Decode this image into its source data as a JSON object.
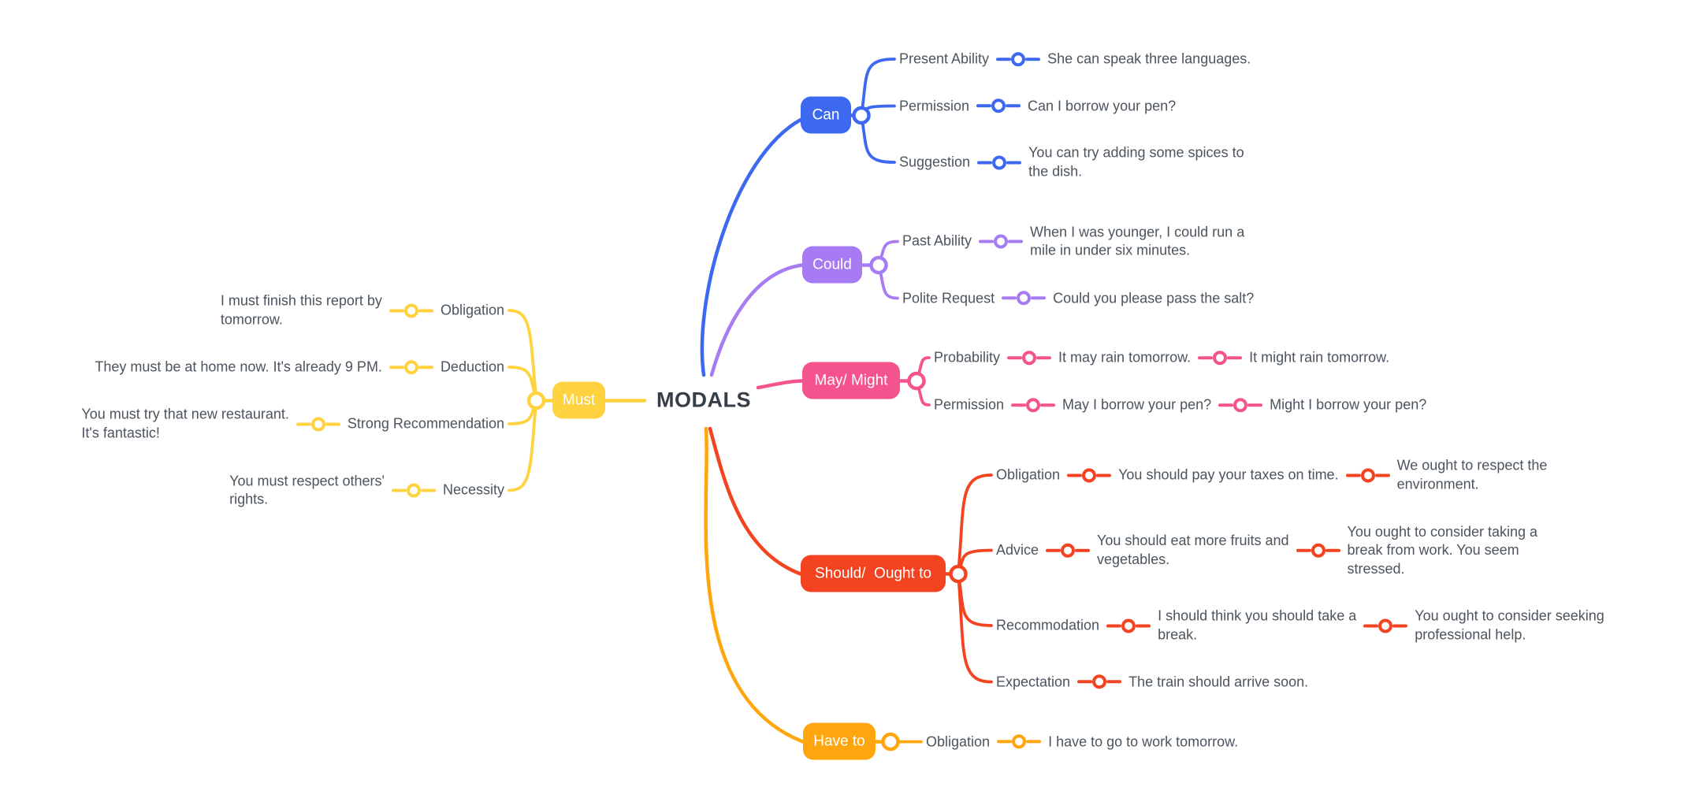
{
  "title": "MODALS",
  "colors": {
    "can": "#3D68F0",
    "could": "#A77BF2",
    "may_might": "#F4538D",
    "must": "#FFD23F",
    "should_ought": "#F44320",
    "have_to": "#FFA60E",
    "node_text": "#FFFFFF",
    "text": "#4C545E",
    "title_text": "#353D47",
    "background": "#FFFFFF"
  },
  "branches": {
    "can": {
      "label": "Can",
      "children": [
        {
          "label": "Present Ability",
          "examples": [
            "She can speak three languages."
          ]
        },
        {
          "label": "Permission",
          "examples": [
            "Can I borrow your pen?"
          ]
        },
        {
          "label": "Suggestion",
          "examples": [
            "You can try adding some spices to\nthe dish."
          ]
        }
      ]
    },
    "could": {
      "label": "Could",
      "children": [
        {
          "label": "Past Ability",
          "examples": [
            "When I was younger, I could run a\nmile in under six minutes."
          ]
        },
        {
          "label": "Polite Request",
          "examples": [
            "Could you please pass the salt?"
          ]
        }
      ]
    },
    "may_might": {
      "label": "May/ Might",
      "children": [
        {
          "label": "Probability",
          "examples": [
            "It may rain tomorrow.",
            "It might rain tomorrow."
          ]
        },
        {
          "label": "Permission",
          "examples": [
            "May I borrow your pen?",
            "Might I borrow your pen?"
          ]
        }
      ]
    },
    "must": {
      "label": "Must",
      "children": [
        {
          "label": "Obligation",
          "examples": [
            "I must finish this report by\ntomorrow."
          ]
        },
        {
          "label": "Deduction",
          "examples": [
            "They must be at home now. It's already 9 PM."
          ]
        },
        {
          "label": "Strong Recommendation",
          "examples": [
            "You must try that new restaurant.\nIt's fantastic!"
          ]
        },
        {
          "label": "Necessity",
          "examples": [
            "You must respect others'\nrights."
          ]
        }
      ]
    },
    "should_ought": {
      "label": "Should/  Ought to",
      "children": [
        {
          "label": "Obligation",
          "examples": [
            "You should pay your taxes on time.",
            "We ought to respect the\nenvironment."
          ]
        },
        {
          "label": "Advice",
          "examples": [
            "You should eat more fruits and\nvegetables.",
            "You ought to consider taking a\nbreak from work. You seem\nstressed."
          ]
        },
        {
          "label": "Recommodation",
          "examples": [
            "I should think you should take a\nbreak.",
            "You ought to consider seeking\nprofessional help."
          ]
        },
        {
          "label": "Expectation",
          "examples": [
            "The train should arrive soon."
          ]
        }
      ]
    },
    "have_to": {
      "label": "Have to",
      "children": [
        {
          "label": "Obligation",
          "examples": [
            "I have to go to work tomorrow."
          ]
        }
      ]
    }
  }
}
